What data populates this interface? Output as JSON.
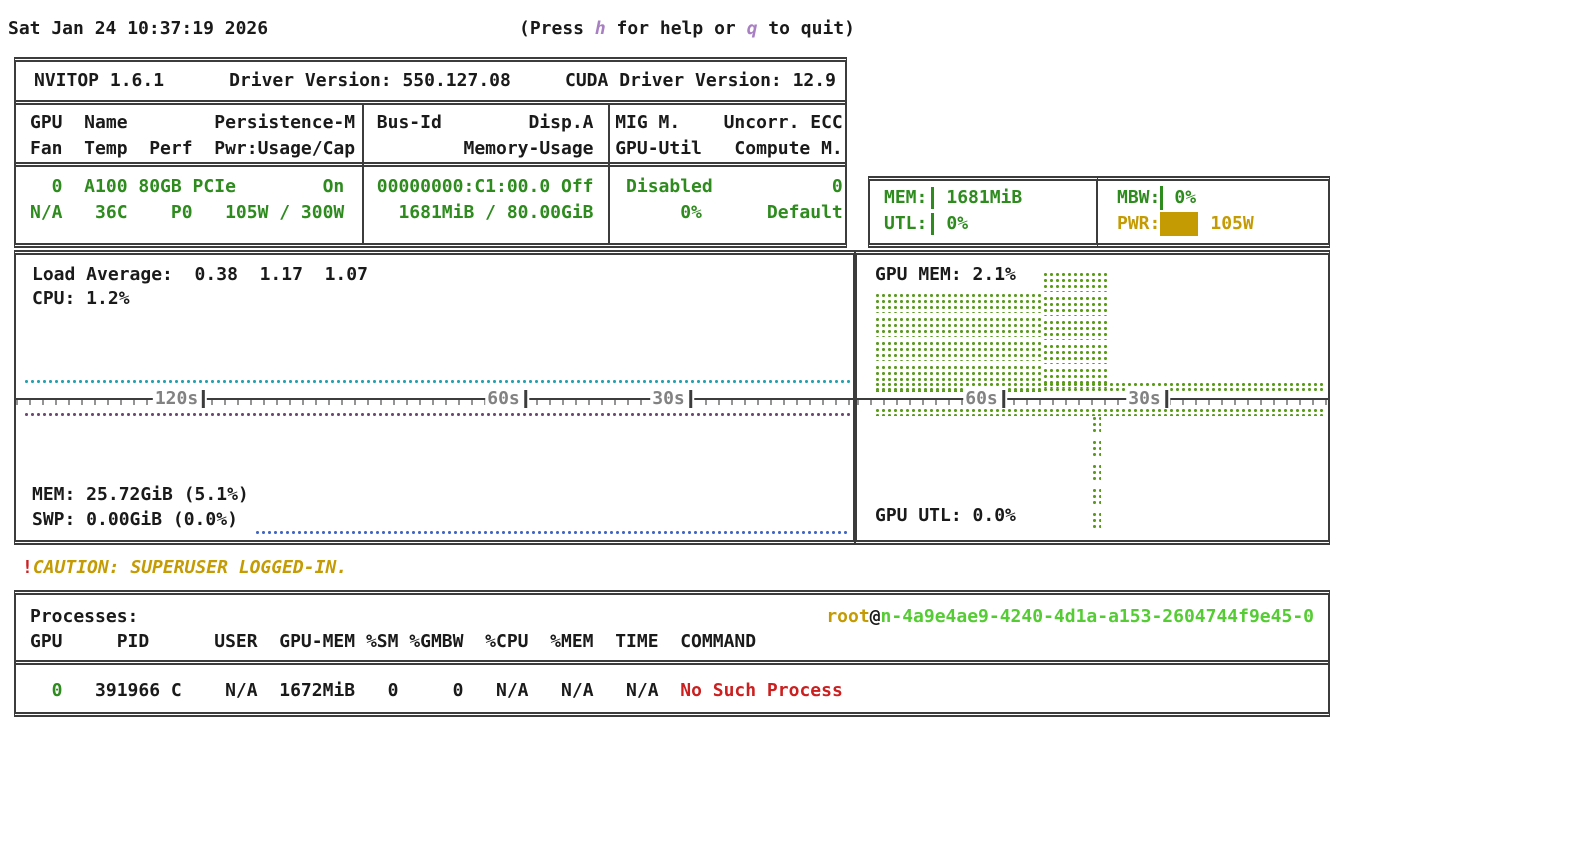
{
  "colors": {
    "text": "#1a1a1a",
    "green": "#2e8b1e",
    "bright_green": "#55cc33",
    "yellow": "#c49b02",
    "red": "#cc1f1f",
    "key_purple": "#a87fc2",
    "cpu_line_teal": "#2a9fae",
    "mem_line_purple": "#6f4876",
    "swp_line_blue": "#4467c4",
    "gpu_dots_green": "#5a9b1a",
    "axis_gray": "#828282"
  },
  "top_bar": {
    "date": "Sat Jan 24 10:37:19 2026",
    "help_prefix": "(Press ",
    "help_key1": "h",
    "help_mid": " for help or ",
    "help_key2": "q",
    "help_suffix": " to quit)"
  },
  "device_panel": {
    "title_line": "NVITOP 1.6.1      Driver Version: 550.127.08     CUDA Driver Version: 12.9",
    "header_line1": "GPU  Name        Persistence-M  Bus-Id        Disp.A  MIG M.    Uncorr. ECC",
    "header_line2": "Fan  Temp  Perf  Pwr:Usage/Cap          Memory-Usage  GPU-Util   Compute M.",
    "data_line1": "  0  A100 80GB PCIe        On   00000000:C1:00.0 Off   Disabled           0",
    "data_line2": "N/A   36C    P0   105W / 300W     1681MiB / 80.00GiB        0%      Default"
  },
  "mem_util_panel": {
    "mem_label": "MEM:",
    "mem_value": "1681MiB",
    "utl_label": "UTL:",
    "utl_value": "0%"
  },
  "mbw_pwr_panel": {
    "mbw_label": "MBW:",
    "mbw_value": "0%",
    "pwr_label": "PWR:",
    "pwr_value": "105W"
  },
  "host_graph": {
    "load_average": "Load Average:  0.38  1.17  1.07",
    "cpu": "CPU: 1.2%",
    "mem": "MEM: 25.72GiB (5.1%)",
    "swp": "SWP: 0.00GiB (0.0%)",
    "ticks": [
      "120s",
      "60s",
      "30s"
    ]
  },
  "gpu_graph": {
    "mem_label": "GPU MEM: 2.1%",
    "utl_label": "GPU UTL: 0.0%",
    "ticks": [
      "60s",
      "30s"
    ]
  },
  "caution": {
    "bang": "!",
    "text": "CAUTION: SUPERUSER LOGGED-IN."
  },
  "processes": {
    "title": "Processes:",
    "user": "root",
    "at": "@",
    "host": "n-4a9e4ae9-4240-4d1a-a153-2604744f9e45-0",
    "header": "GPU     PID      USER  GPU-MEM %SM %GMBW  %CPU  %MEM  TIME  COMMAND",
    "row": {
      "gpu": "  0",
      "middle": "   391966 C    N/A  1672MiB   0     0   N/A   N/A   N/A  ",
      "command": "No Such Process"
    }
  }
}
